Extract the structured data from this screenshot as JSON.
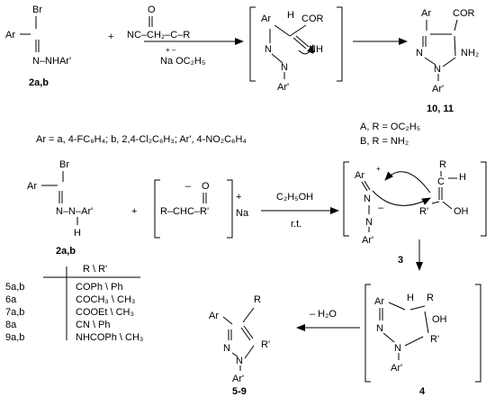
{
  "row1": {
    "reagent1": {
      "br": "Br",
      "ar": "Ar",
      "hydrazone": "N–NHAr'",
      "label": "2a,b"
    },
    "plus": "+",
    "reagent2": "NC–CH₂–C–R",
    "carbonyl_o": "O",
    "arrow_charges": "+   –",
    "arrow_base": "Na OC₂H₅",
    "intermediate": {
      "ar": "Ar",
      "h": "H",
      "cor": "COR",
      "n": "N",
      "n1": "N",
      "nh": "NH",
      "arp": "Ar'"
    },
    "product": {
      "ar": "Ar",
      "cor": "COR",
      "n": "N",
      "n1": "N",
      "nh2": "NH₂",
      "arp": "Ar'",
      "label": "10, 11"
    }
  },
  "legend_ar": "Ar = a, 4-FC₆H₄; b, 2,4-Cl₂C₆H₃; Ar', 4-NO₂C₆H₄",
  "legend_r": [
    "A, R = OC₂H₅",
    "B, R = NH₂"
  ],
  "row2": {
    "reagent1": {
      "br": "Br",
      "ar": "Ar",
      "n_chain": "N–N–Ar'",
      "h": "H",
      "label": "2a,b"
    },
    "plus": "+",
    "carbanion": {
      "formula": "R–CHC–R'",
      "o": "O",
      "minus": "–"
    },
    "plus2": "+",
    "na": "Na",
    "arrow_top": "C₂H₅OH",
    "arrow_bottom": "r.t.",
    "intermediate3": {
      "ar": "Ar",
      "plus": "+",
      "n": "N",
      "minus": "–",
      "n2": "N",
      "arp": "Ar'",
      "r": "R",
      "h": "H",
      "c": "C",
      "rp": "R'",
      "oh": "OH",
      "label": "3"
    }
  },
  "row3": {
    "table": {
      "header": "R \\ R'",
      "rows": [
        {
          "id": "5a,b",
          "value": "COPh \\ Ph"
        },
        {
          "id": "6a",
          "value": "COCH₃ \\ CH₃"
        },
        {
          "id": "7a,b",
          "value": "COOEt \\ CH₃"
        },
        {
          "id": "8a",
          "value": "CN \\ Ph"
        },
        {
          "id": "9a,b",
          "value": "NHCOPh \\ CH₃"
        }
      ]
    },
    "product": {
      "ar": "Ar",
      "r": "R",
      "n": "N",
      "n1": "N",
      "rp": "R'",
      "arp": "Ar'",
      "label": "5-9"
    },
    "arrow_label": "– H₂O",
    "intermediate4": {
      "ar": "Ar",
      "h": "H",
      "r": "R",
      "n": "N",
      "n1": "N",
      "oh": "OH",
      "rp": "R'",
      "arp": "Ar'",
      "label": "4"
    }
  }
}
